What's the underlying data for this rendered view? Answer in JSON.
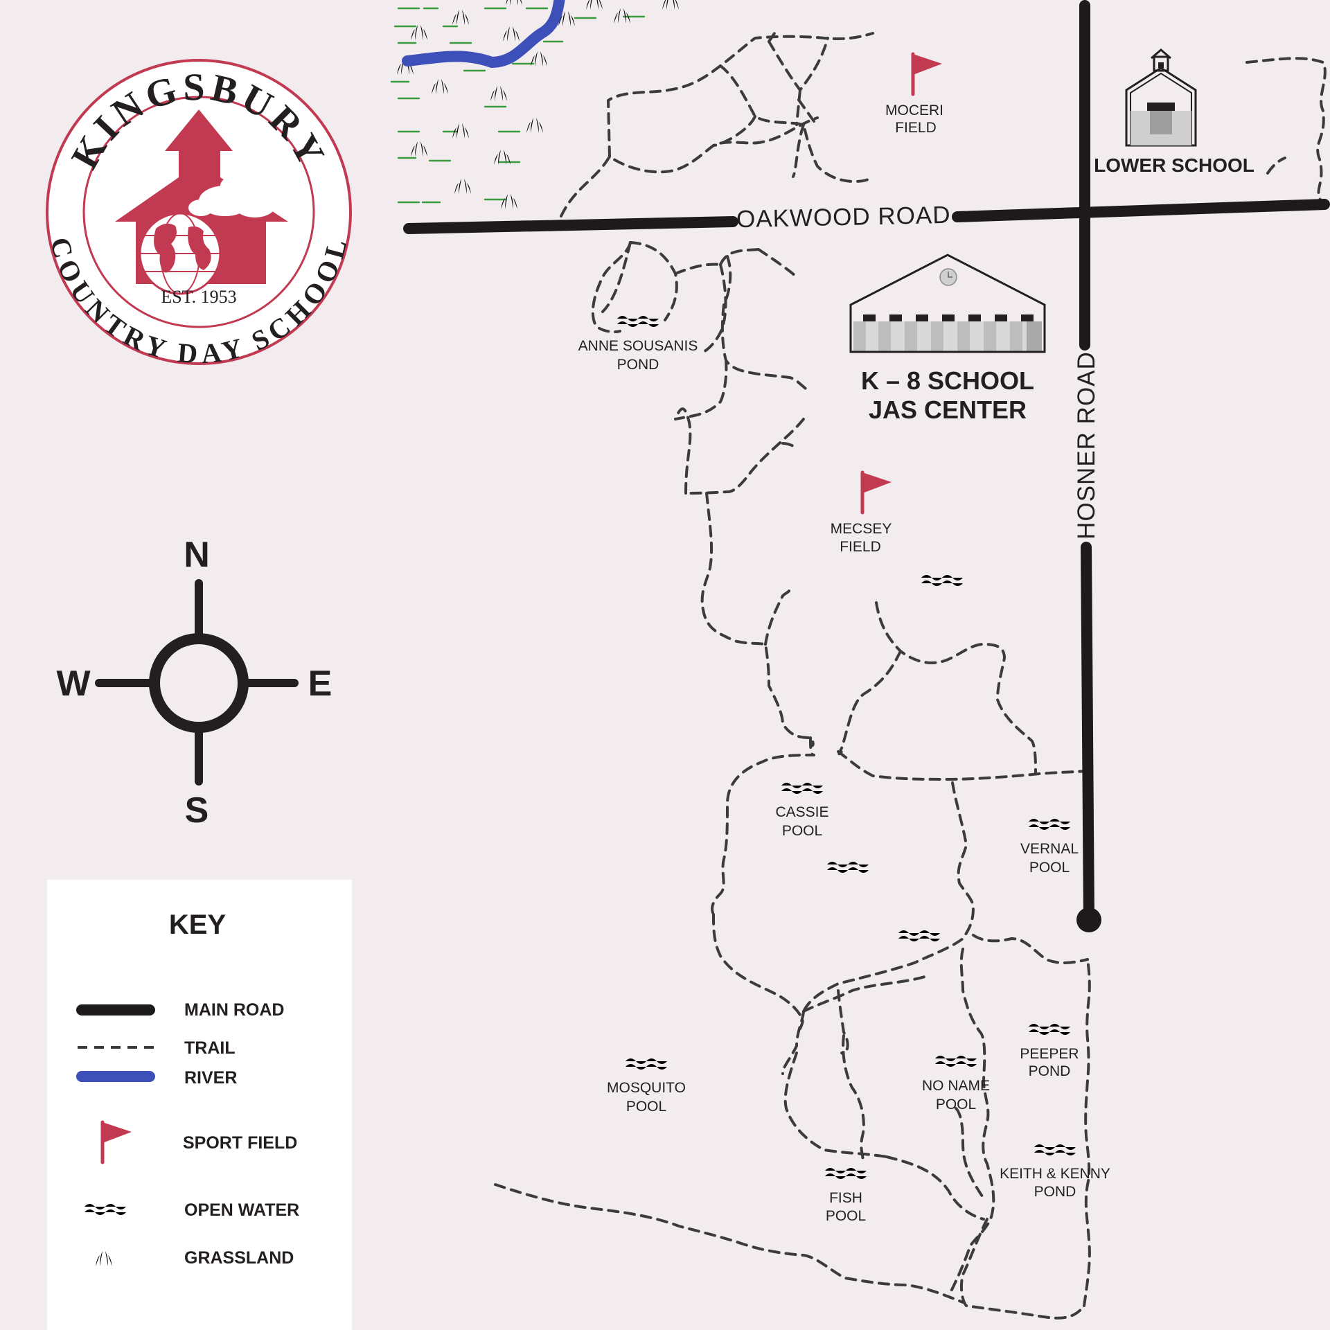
{
  "logo": {
    "top_text": "KINGSBURY",
    "bottom_text": "COUNTRY DAY SCHOOL",
    "established": "EST. 1953"
  },
  "compass": {
    "north": "N",
    "south": "S",
    "east": "E",
    "west": "W"
  },
  "roads": {
    "oakwood": "OAKWOOD ROAD",
    "hosner": "HOSNER ROAD"
  },
  "buildings": {
    "lower_school": "LOWER SCHOOL",
    "k8_line1": "K – 8 SCHOOL",
    "k8_line2": "JAS CENTER"
  },
  "fields": [
    {
      "line1": "MOCERI",
      "line2": "FIELD"
    },
    {
      "line1": "MECSEY",
      "line2": "FIELD"
    }
  ],
  "water_bodies": [
    {
      "line1": "ANNE SOUSANIS",
      "line2": "POND"
    },
    {
      "line1": "CASSIE",
      "line2": "POOL"
    },
    {
      "line1": "VERNAL",
      "line2": "POOL"
    },
    {
      "line1": "MOSQUITO",
      "line2": "POOL"
    },
    {
      "line1": "NO NAME",
      "line2": "POOL"
    },
    {
      "line1": "PEEPER",
      "line2": "POND"
    },
    {
      "line1": "FISH",
      "line2": "POOL"
    },
    {
      "line1": "KEITH & KENNY",
      "line2": "POND"
    }
  ],
  "legend": {
    "title": "KEY",
    "items": [
      {
        "label": "MAIN ROAD",
        "icon": "main-road-swatch"
      },
      {
        "label": "TRAIL",
        "icon": "trail-swatch"
      },
      {
        "label": "RIVER",
        "icon": "river-swatch"
      },
      {
        "label": "SPORT FIELD",
        "icon": "flag-icon"
      },
      {
        "label": "OPEN WATER",
        "icon": "water-waves-icon"
      },
      {
        "label": "GRASSLAND",
        "icon": "grass-icon"
      }
    ]
  },
  "colors": {
    "background": "#f2ecee",
    "brand_red": "#c23a52",
    "road": "#1d1a1b",
    "trail": "#3b3b3d",
    "river": "#3d4fb8",
    "water": "#4b55b8",
    "grass": "#3a9a3e",
    "legend_bg": "#ffffff"
  }
}
